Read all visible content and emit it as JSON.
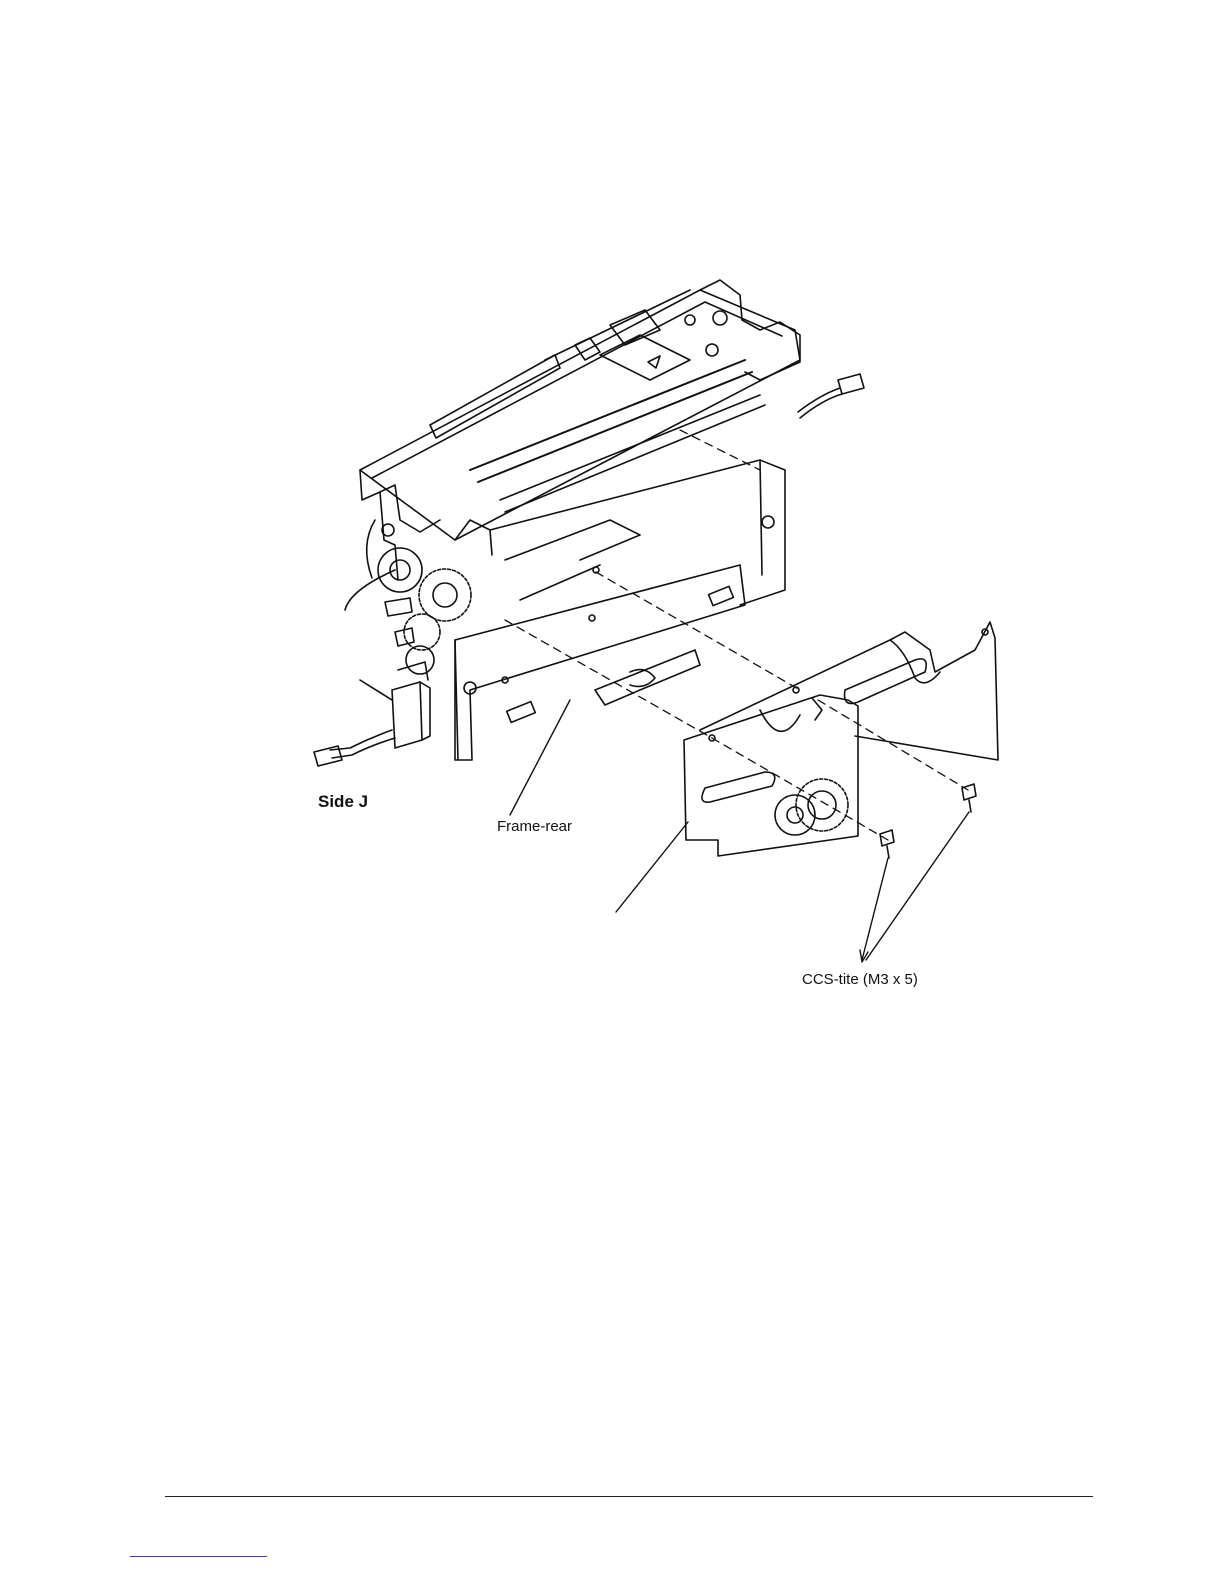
{
  "figure": {
    "labels": {
      "side": "Side J",
      "frame": "Frame-rear",
      "screws": "CCS-tite (M3 x 5)"
    }
  },
  "colors": {
    "line": "#111111",
    "link": "#2c3fd8"
  },
  "icons": {
    "screw": "screw-icon",
    "gear": "gear-icon",
    "connector": "connector-icon"
  }
}
